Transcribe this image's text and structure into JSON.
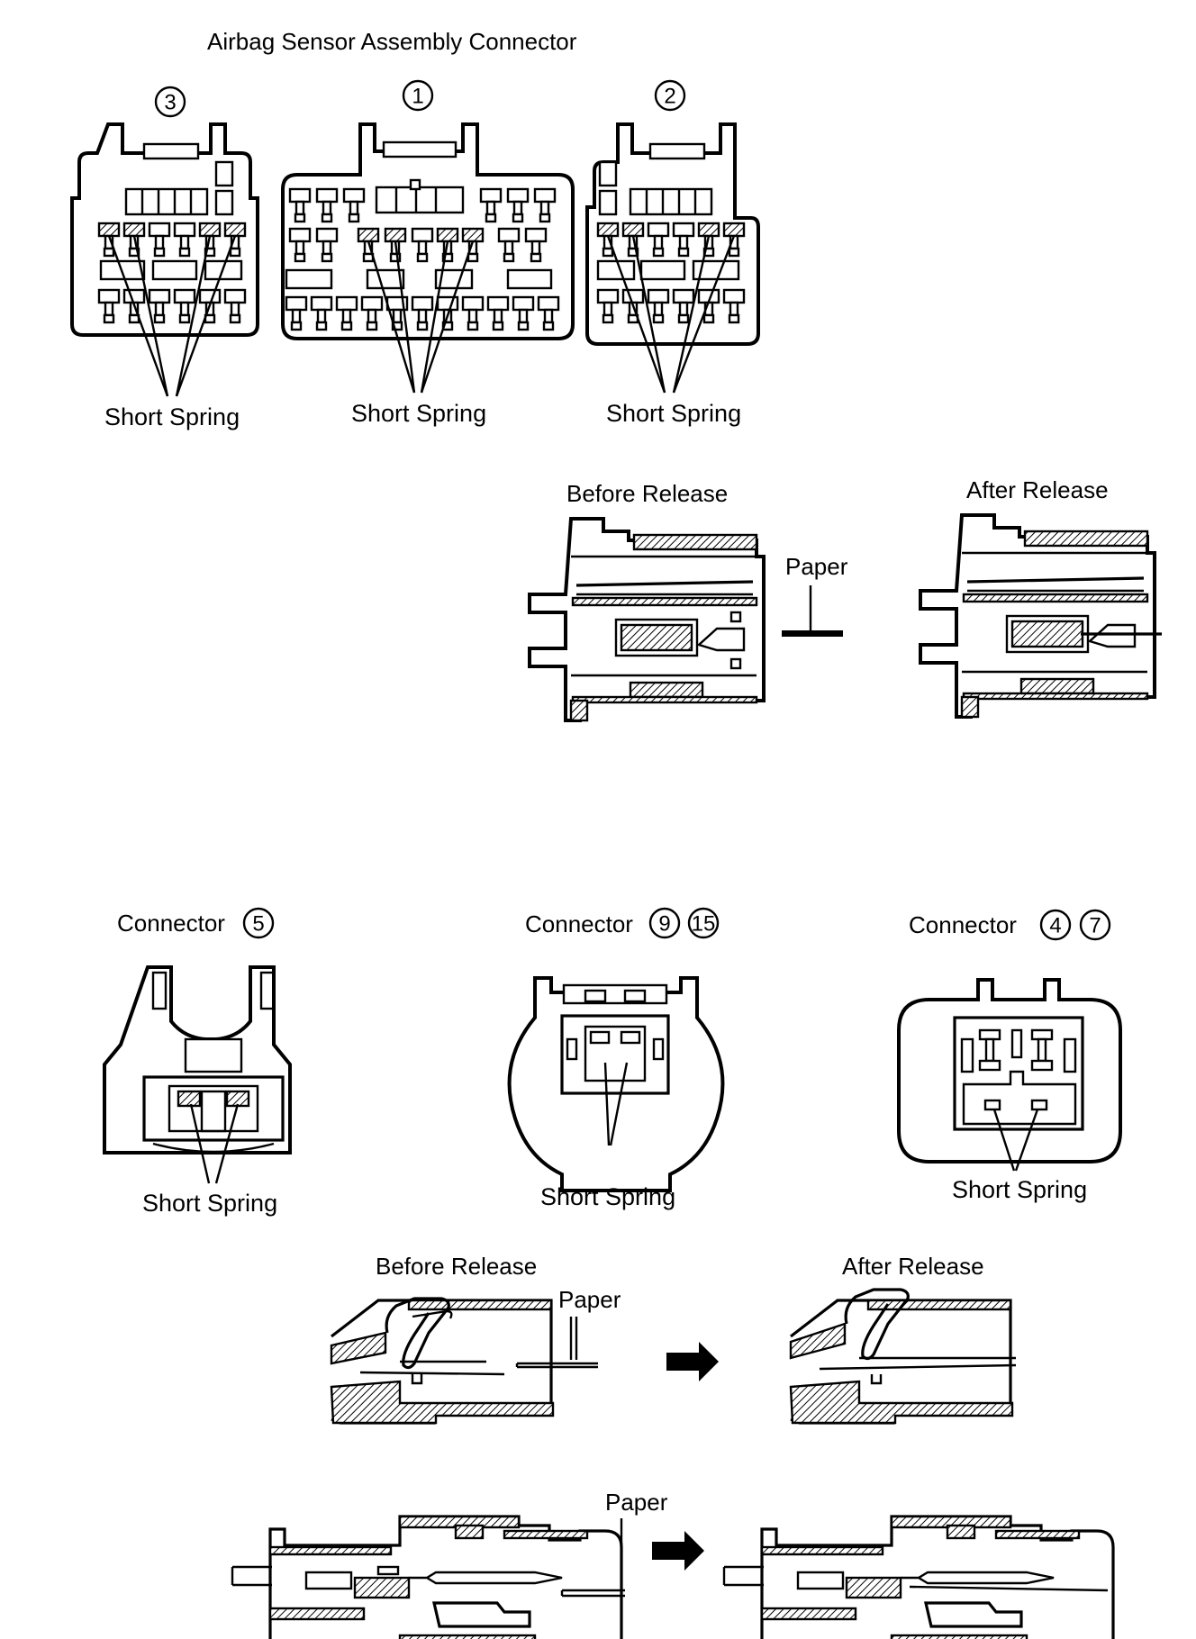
{
  "header": {
    "title": "Airbag Sensor Assembly Connector"
  },
  "top_connectors": [
    {
      "number": "3",
      "label": "Short Spring"
    },
    {
      "number": "1",
      "label": "Short Spring"
    },
    {
      "number": "2",
      "label": "Short Spring"
    }
  ],
  "release_top": {
    "before": "Before Release",
    "after": "After Release",
    "paper": "Paper"
  },
  "mid_connectors": [
    {
      "prefix": "Connector",
      "numbers": [
        "5"
      ],
      "label": "Short Spring"
    },
    {
      "prefix": "Connector",
      "numbers": [
        "9",
        "15"
      ],
      "label": "Short Spring"
    },
    {
      "prefix": "Connector",
      "numbers": [
        "4",
        "7"
      ],
      "label": "Short Spring"
    }
  ],
  "release_mid": {
    "before": "Before Release",
    "after": "After Release",
    "paper": "Paper"
  },
  "release_bottom": {
    "paper": "Paper"
  },
  "icons": {
    "arrow": "right-arrow-icon"
  }
}
